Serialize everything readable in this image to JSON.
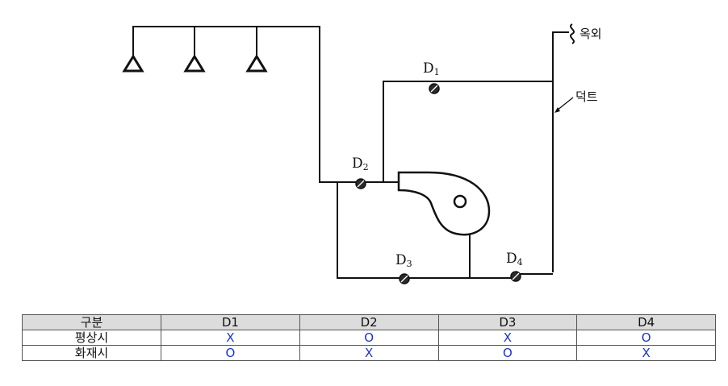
{
  "diagram": {
    "labels": {
      "d1": {
        "main": "D",
        "sub": "1"
      },
      "d2": {
        "main": "D",
        "sub": "2"
      },
      "d3": {
        "main": "D",
        "sub": "3"
      },
      "d4": {
        "main": "D",
        "sub": "4"
      }
    },
    "outdoor_label": "옥외",
    "duct_label": "덕트"
  },
  "table": {
    "headers": [
      "구분",
      "D1",
      "D2",
      "D3",
      "D4"
    ],
    "rows": [
      {
        "label": "평상시",
        "values": [
          "X",
          "O",
          "X",
          "O"
        ]
      },
      {
        "label": "화재시",
        "values": [
          "O",
          "X",
          "O",
          "X"
        ]
      }
    ],
    "value_color": "#1a33d6"
  }
}
